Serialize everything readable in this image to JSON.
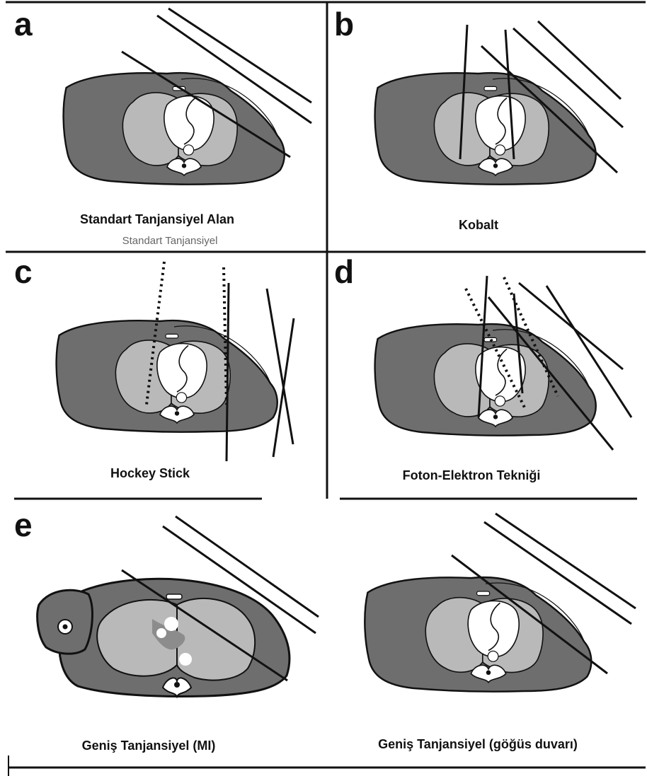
{
  "panels": {
    "a": {
      "letter": "a",
      "caption": "Standart Tanjansiyel Alan",
      "ghost_caption": "Standart Tanjansiyel"
    },
    "b": {
      "letter": "b",
      "caption": "Kobalt"
    },
    "c": {
      "letter": "c",
      "caption": "Hockey Stick"
    },
    "d": {
      "letter": "d",
      "caption": "Foton-Elektron Tekniği"
    },
    "e": {
      "letter": "e",
      "caption_left": "Geniş Tanjansiyel (MI)",
      "caption_right": "Geniş Tanjansiyel (göğüs duvarı)"
    }
  },
  "colors": {
    "body": "#6e6e6e",
    "lung": "#b9b9b9",
    "heart": "#ffffff",
    "outline": "#111111",
    "mediastinum_shadow": "#8c8c8c"
  }
}
